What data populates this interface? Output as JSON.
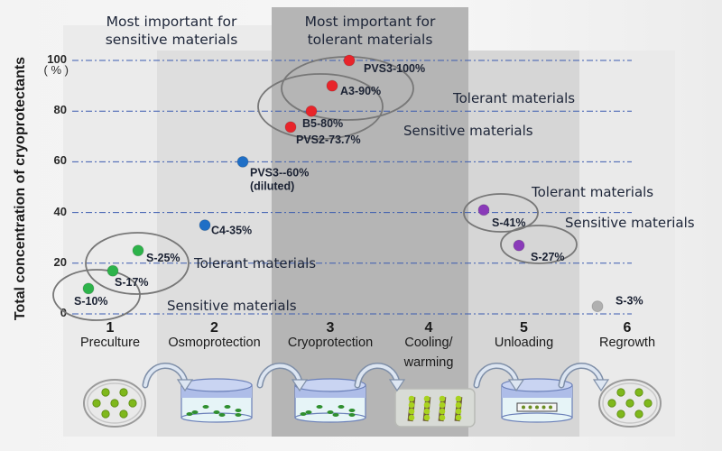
{
  "chart_data": {
    "type": "scatter",
    "title": "",
    "xlabel": "",
    "ylabel": "Total concentration of cryoprotectants",
    "y_unit_label": "( % )",
    "ylim": [
      0,
      100
    ],
    "yticks": [
      0,
      20,
      40,
      60,
      80,
      100
    ],
    "grid": "horizontal dash-dot lines at each y tick",
    "steps": [
      {
        "num": "1",
        "label": "Preculture"
      },
      {
        "num": "2",
        "label": "Osmoprotection"
      },
      {
        "num": "3",
        "label": "Cryoprotection"
      },
      {
        "num": "4",
        "label": "Cooling/",
        "label2": "warming"
      },
      {
        "num": "5",
        "label": "Unloading"
      },
      {
        "num": "6",
        "label": "Regrowth"
      }
    ],
    "headers": [
      {
        "text": "Most important for sensitive materials",
        "line1": "Most important for",
        "line2": "sensitive materials"
      },
      {
        "text": "Most important for tolerant materials",
        "line1": "Most important for",
        "line2": "tolerant materials"
      }
    ],
    "series": [
      {
        "name": "Preculture",
        "step": 1,
        "color": "#2db34a",
        "points": [
          {
            "label": "S-10%",
            "y": 10
          },
          {
            "label": "S-17%",
            "y": 17
          },
          {
            "label": "S-25%",
            "y": 25
          }
        ]
      },
      {
        "name": "Osmoprotection",
        "step": 2,
        "color": "#1f6fc6",
        "points": [
          {
            "label": "C4-35%",
            "y": 35
          },
          {
            "label": "PVS3--60%",
            "label2": "(diluted)",
            "y": 60
          }
        ]
      },
      {
        "name": "Cryoprotection",
        "step": 3,
        "color": "#e8242a",
        "points": [
          {
            "label": "PVS2-73.7%",
            "y": 73.7
          },
          {
            "label": "B5-80%",
            "y": 80
          },
          {
            "label": "A3-90%",
            "y": 90
          },
          {
            "label": "PVS3-100%",
            "y": 100
          }
        ]
      },
      {
        "name": "Unloading",
        "step": 5,
        "color": "#8a3ab9",
        "points": [
          {
            "label": "S-27%",
            "y": 27
          },
          {
            "label": "S-41%",
            "y": 41
          }
        ]
      },
      {
        "name": "Regrowth",
        "step": 6,
        "color": "#b0b0b0",
        "points": [
          {
            "label": "S-3%",
            "y": 3
          }
        ]
      }
    ],
    "annotations": [
      {
        "text": "Tolerant materials",
        "near": "step 1 (S-17%, S-25%)"
      },
      {
        "text": "Sensitive materials",
        "near": "step 1 (S-10%, S-17%)"
      },
      {
        "text": "Tolerant materials",
        "near": "step 3 (A3-90%, PVS3-100%)"
      },
      {
        "text": "Sensitive materials",
        "near": "step 3 (PVS2-73.7%, B5-80%)"
      },
      {
        "text": "Tolerant materials",
        "near": "step 5 (S-41%)"
      },
      {
        "text": "Sensitive materials",
        "near": "step 5 (S-27%)"
      }
    ]
  },
  "colors": {
    "grid": "#3a5bb0",
    "band_light": "#ececec",
    "band_mid": "#dcdcdc",
    "band_dark": "#b4b4b4",
    "ellipse": "#777777"
  }
}
